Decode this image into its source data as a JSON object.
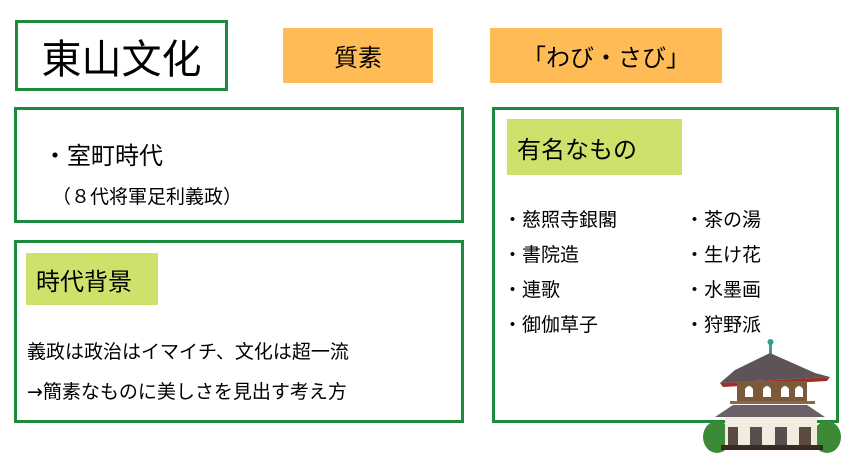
{
  "title": "東山文化",
  "tag1": "質素",
  "tag2": "「わび・さび」",
  "era_box": {
    "line1": "・室町時代",
    "line2": "（８代将軍足利義政）"
  },
  "background_box": {
    "label": "時代背景",
    "lines": [
      "義政は政治はイマイチ、文化は超一流",
      "→簡素なものに美しさを見出す考え方"
    ]
  },
  "famous_box": {
    "label": "有名なもの",
    "left_items": [
      "・慈照寺銀閣",
      "・書院造",
      "・連歌",
      "・御伽草子"
    ],
    "right_items": [
      "・茶の湯",
      "・生け花",
      "・水墨画",
      "・狩野派"
    ]
  },
  "colors": {
    "frame": "#1e8a3e",
    "orange": "#ffbb55",
    "label": "#cde26a"
  }
}
